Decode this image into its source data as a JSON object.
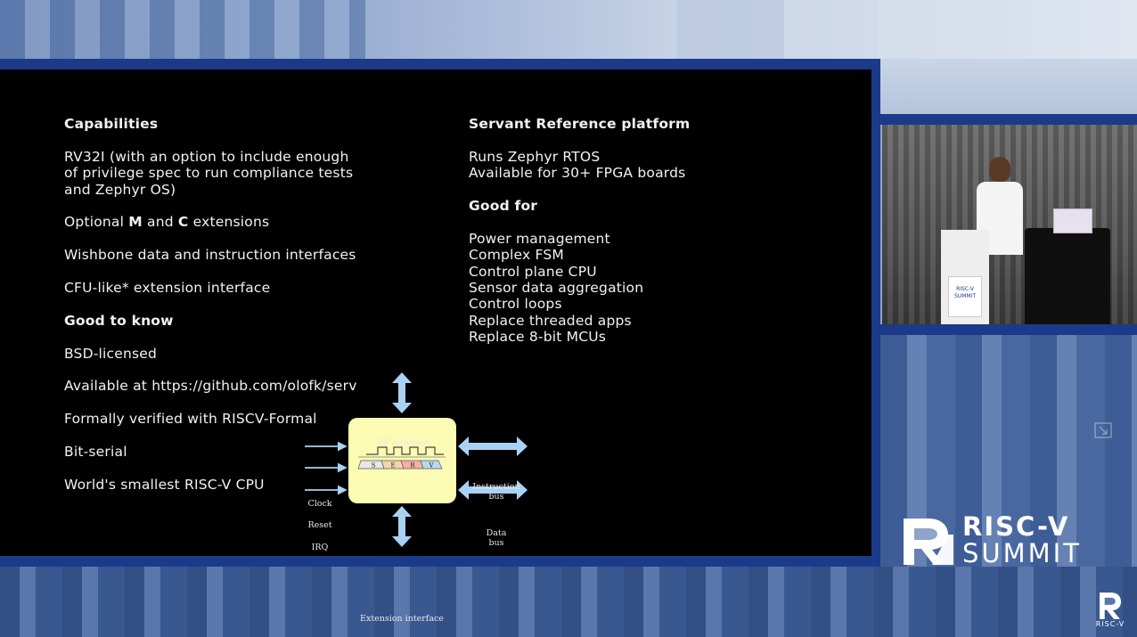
{
  "slide": {
    "left": [
      {
        "type": "heading",
        "text": "Capabilities"
      },
      {
        "type": "para",
        "lines": [
          "RV32I (with an option to include enough",
          "of privilege spec to run compliance tests",
          "and Zephyr OS)"
        ]
      },
      {
        "type": "para",
        "lines": [
          "Optional M and C extensions"
        ]
      },
      {
        "type": "para",
        "lines": [
          "Wishbone data and instruction interfaces"
        ]
      },
      {
        "type": "para",
        "lines": [
          "CFU-like* extension interface"
        ]
      },
      {
        "type": "heading",
        "text": "Good to know"
      },
      {
        "type": "para",
        "lines": [
          "BSD-licensed"
        ]
      },
      {
        "type": "para",
        "lines": [
          "Available at https://github.com/olofk/serv"
        ]
      },
      {
        "type": "para",
        "lines": [
          "Formally verified with RISCV-Formal"
        ]
      },
      {
        "type": "para",
        "lines": [
          "Bit-serial"
        ]
      },
      {
        "type": "para",
        "lines": [
          "World's smallest RISC-V CPU"
        ]
      }
    ],
    "right": [
      {
        "type": "heading",
        "text": "Servant Reference platform"
      },
      {
        "type": "para",
        "lines": [
          "Runs Zephyr RTOS",
          "Available for 30+ FPGA boards"
        ]
      },
      {
        "type": "heading",
        "text": "Good for"
      },
      {
        "type": "para",
        "lines": [
          "Power management",
          "Complex FSM",
          "Control plane CPU",
          "Sensor data aggregation",
          "Control loops",
          "Replace threaded apps",
          "Replace 8-bit MCUs"
        ]
      }
    ]
  },
  "diagram": {
    "rf_interface": "RF interface",
    "instruction_bus": [
      "Instruction",
      "bus"
    ],
    "data_bus": [
      "Data",
      "bus"
    ],
    "extension_interface": "Extension interface",
    "clock": "Clock",
    "reset": "Reset",
    "irq": "IRQ",
    "stages": [
      "S",
      "E",
      "R",
      "V"
    ],
    "colors": {
      "core": "#fbfbb3",
      "arrow": "#a9d1f2",
      "stage_s": "#e8e8e8",
      "stage_e": "#f2d6b0",
      "stage_r": "#f5b0a8",
      "stage_v": "#b7d8f0"
    }
  },
  "logo": {
    "line1": "RISC-V",
    "line2": "SUMMIT",
    "corner": "RISC-V",
    "brand_color": "#1b3a8a"
  },
  "camera": {
    "podium_sign": "RISC-V SUMMIT"
  }
}
